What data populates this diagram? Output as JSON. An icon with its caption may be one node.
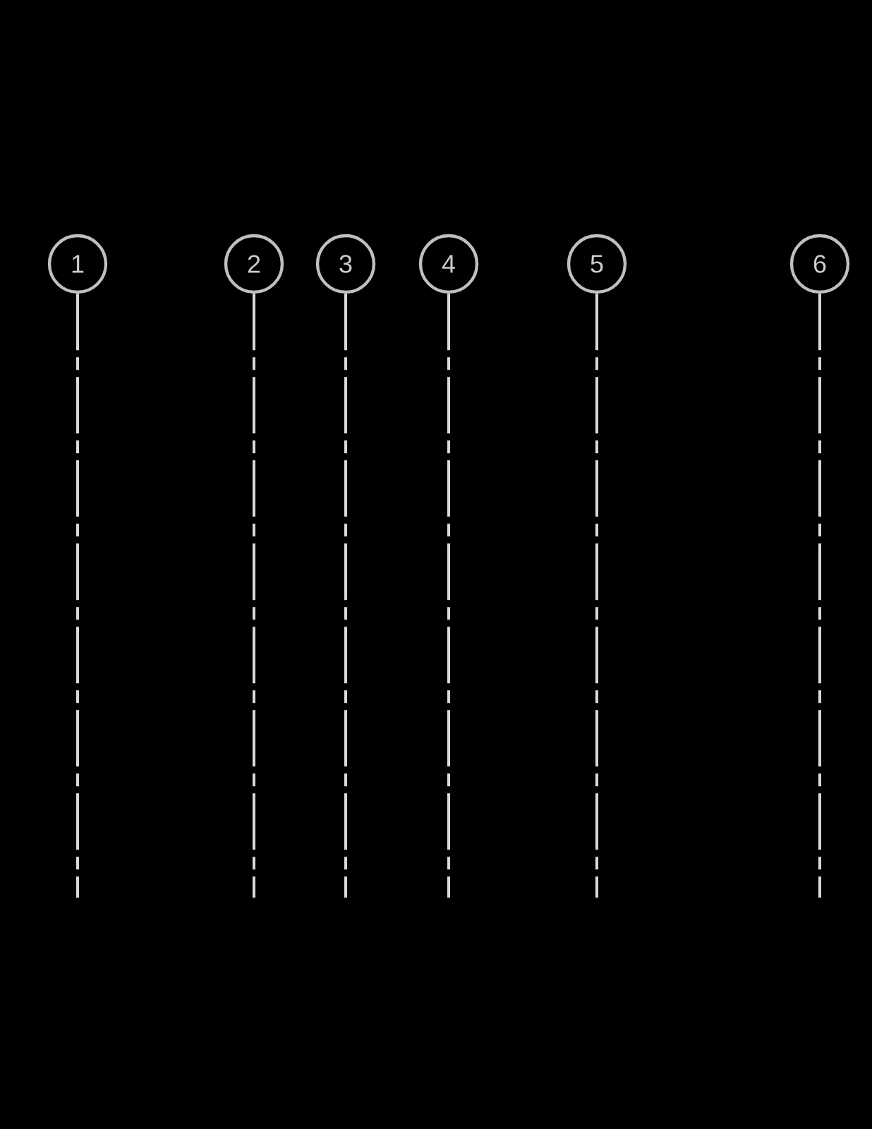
{
  "diagram": {
    "nodes": [
      {
        "text": [
          "1"
        ]
      },
      {
        "text": [
          "2"
        ]
      },
      {
        "text": [
          "3"
        ]
      },
      {
        "text": [
          "4"
        ]
      },
      {
        "text": [
          "5"
        ]
      },
      {
        "text": [
          "6"
        ]
      }
    ],
    "edges": [
      {
        "from": 0,
        "to": null,
        "arrow": "none",
        "style": "dashed"
      },
      {
        "from": 1,
        "to": null,
        "arrow": "none",
        "style": "dashed"
      },
      {
        "from": 2,
        "to": null,
        "arrow": "none",
        "style": "dashed"
      },
      {
        "from": 3,
        "to": null,
        "arrow": "none",
        "style": "dashed"
      },
      {
        "from": 4,
        "to": null,
        "arrow": "none",
        "style": "dashed"
      },
      {
        "from": 5,
        "to": null,
        "arrow": "none",
        "style": "dashed"
      }
    ]
  }
}
